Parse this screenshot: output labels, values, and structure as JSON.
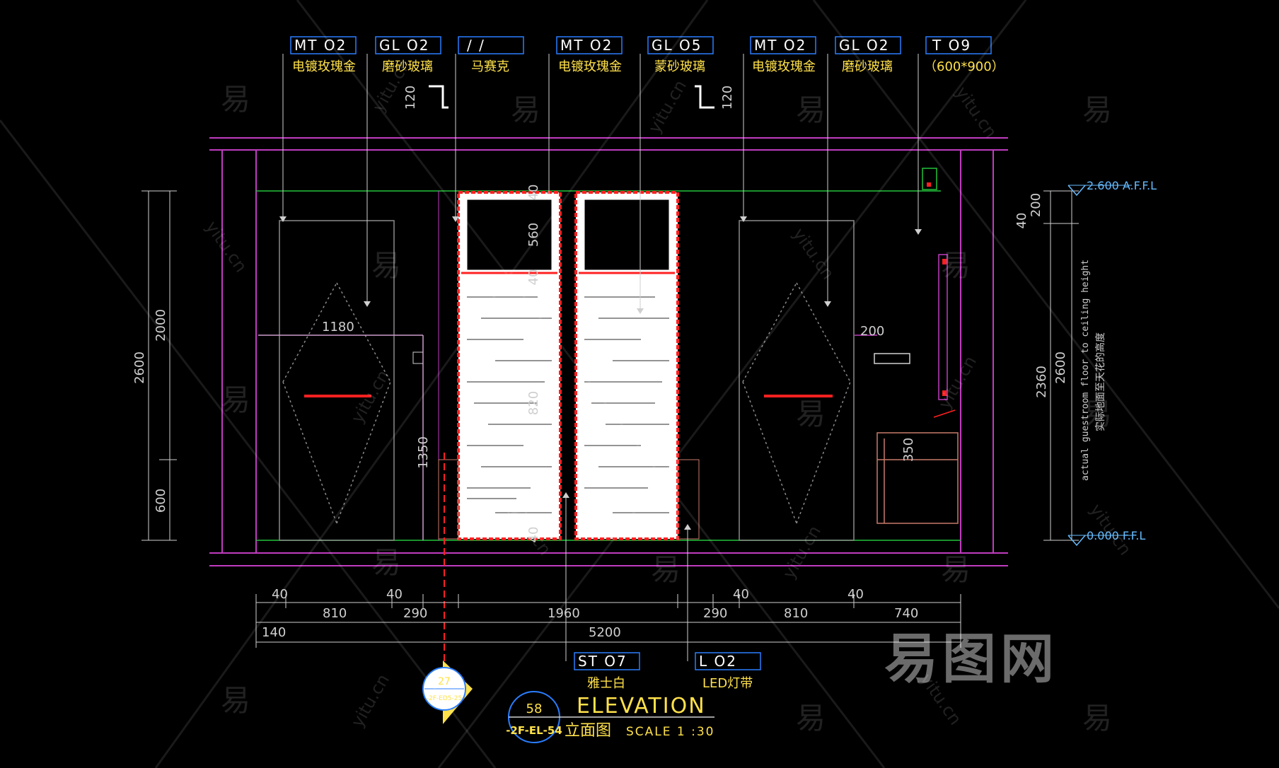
{
  "material_tags_top": [
    {
      "code": "MT  O2",
      "desc": "电镀玫瑰金"
    },
    {
      "code": "GL  O2",
      "desc": "磨砂玻璃"
    },
    {
      "code": "/   /",
      "desc": "马赛克"
    },
    {
      "code": "MT  O2",
      "desc": "电镀玫瑰金"
    },
    {
      "code": "GL  O5",
      "desc": "蒙砂玻璃"
    },
    {
      "code": "MT  O2",
      "desc": "电镀玫瑰金"
    },
    {
      "code": "GL  O2",
      "desc": "磨砂玻璃"
    },
    {
      "code": "T   O9",
      "desc": "（600*900）"
    }
  ],
  "material_tags_bottom": [
    {
      "code": "ST  O7",
      "desc": "雅士白"
    },
    {
      "code": "L   O2",
      "desc": "LED灯带"
    }
  ],
  "levels": {
    "ceiling": "2.600 A.F.F.L",
    "floor": "0.000 F.F.L"
  },
  "vertical_note_en": "actual guestroom floor to ceiling height",
  "vertical_note_zh": "实际地面至天花的高度",
  "dims_left": {
    "total": "2600",
    "upper": "2000",
    "lower": "600"
  },
  "dims_right": {
    "top": "200",
    "top2": "40",
    "mid": "2360",
    "total": "2600"
  },
  "dims_inner": {
    "w1180": "1180",
    "h1350": "1350",
    "w200": "200",
    "h350": "350",
    "cap_top": "120",
    "cap_top2": "120",
    "door_40a": "40",
    "door_560": "560",
    "door_40b": "40",
    "door_820": "820",
    "door_40c": "40"
  },
  "dims_bottom": {
    "row1": [
      "40",
      "40",
      "40",
      "40"
    ],
    "row2": [
      "810",
      "290",
      "1960",
      "290",
      "810",
      "740"
    ],
    "row3": [
      "140",
      "5200"
    ]
  },
  "title": {
    "heading": "ELEVATION",
    "subtitle": "立面图",
    "scale": "SCALE 1 :30",
    "bubble_number": "58",
    "bubble_ref": "-2F-EL-54",
    "section_number": "27",
    "section_ref": "-2F-ED5-25"
  },
  "watermark": {
    "logo": "易图网",
    "char": "易",
    "url": "yitu.cn"
  },
  "colors": {
    "magenta": "#c03cc0",
    "green": "#23c23a",
    "red": "#ff2020",
    "yellow": "#ffe14a",
    "blue_box": "#2a7dff",
    "grey": "#8a8a8a"
  }
}
